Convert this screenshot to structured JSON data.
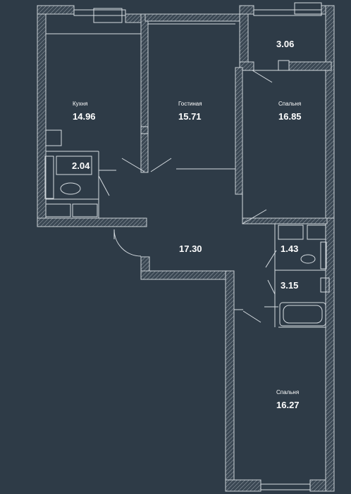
{
  "colors": {
    "background": "#2e3b47",
    "wall_stroke": "#c9d0d6",
    "text": "#ffffff"
  },
  "rooms": {
    "kitchen": {
      "name": "Кухня",
      "area": "14.96"
    },
    "living": {
      "name": "Гостиная",
      "area": "15.71"
    },
    "bedroom1": {
      "name": "Спальня",
      "area": "16.85"
    },
    "balcony": {
      "area": "3.06"
    },
    "bathroom1": {
      "area": "2.04"
    },
    "hall": {
      "area": "17.30"
    },
    "toilet": {
      "area": "1.43"
    },
    "bathroom2": {
      "area": "3.15"
    },
    "bedroom2": {
      "name": "Спальня",
      "area": "16.27"
    }
  }
}
